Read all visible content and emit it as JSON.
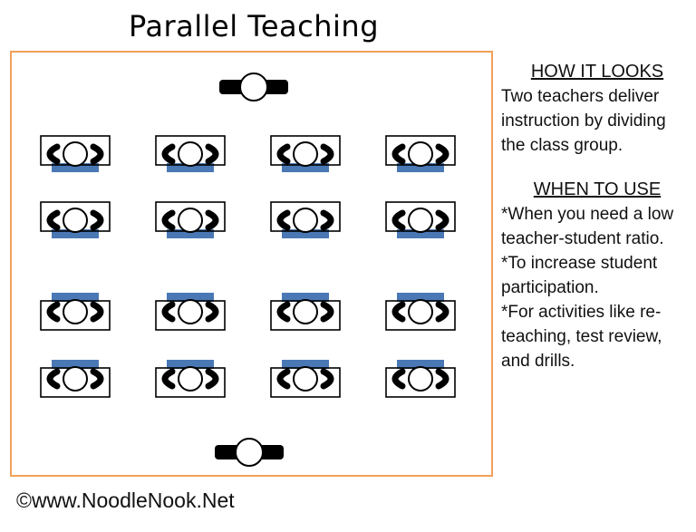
{
  "title": "Parallel Teaching",
  "how_it_looks": {
    "heading": "HOW IT LOOKS",
    "lines": [
      "Two teachers deliver",
      "instruction by dividing",
      "the class group."
    ]
  },
  "when_to_use": {
    "heading": "WHEN TO USE",
    "lines": [
      "*When you need a low",
      "teacher-student ratio.",
      "*To increase student",
      "participation.",
      "*For activities like re-",
      "teaching, test review,",
      "and drills."
    ]
  },
  "credit": "©www.NoodleNook.Net",
  "colors": {
    "border": "#f0a05a",
    "desk_accent": "#4a78b5",
    "figure": "#000000"
  },
  "icons": {
    "teacher": "teacher-icon",
    "student_desk": "student-desk-icon"
  },
  "groups": [
    {
      "name": "top-group",
      "rows": 2,
      "cols": 4,
      "facing": "up"
    },
    {
      "name": "bottom-group",
      "rows": 2,
      "cols": 4,
      "facing": "down"
    }
  ]
}
